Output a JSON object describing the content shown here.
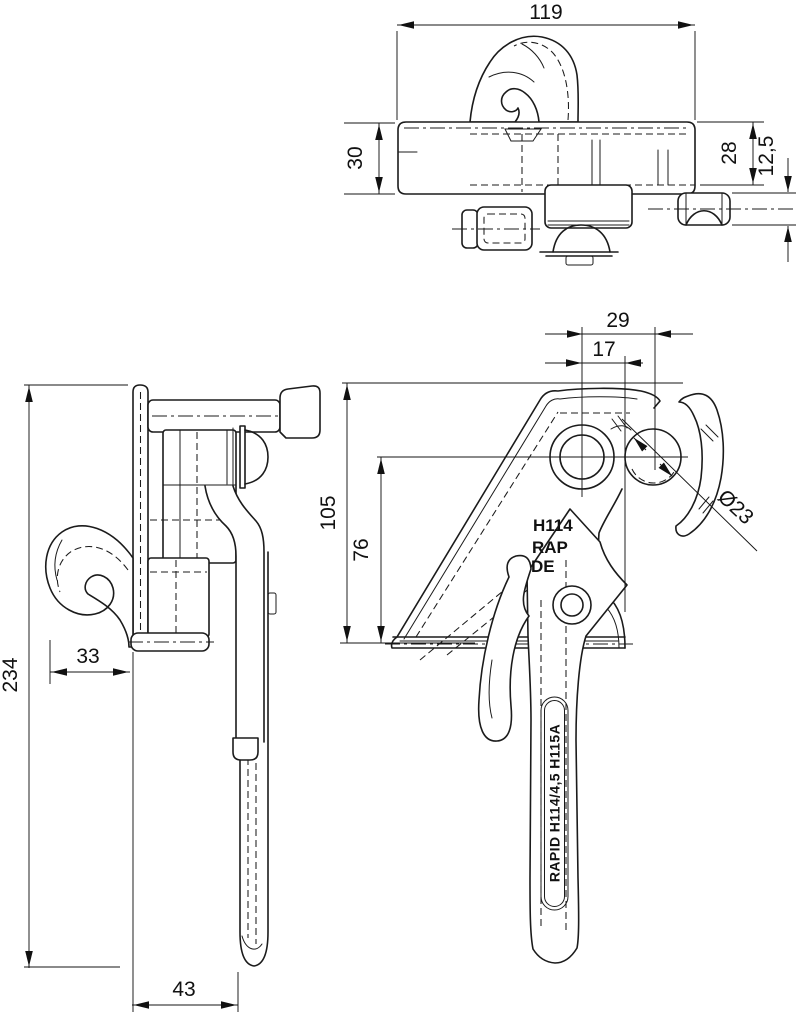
{
  "drawing": {
    "background": "#ffffff",
    "line_color": "#1b1b1b"
  },
  "views": {
    "top": {
      "dims": {
        "width": "119",
        "height_left": "30",
        "height_right": "28",
        "flange": "12,5"
      }
    },
    "side": {
      "dims": {
        "total_height": "234",
        "hook_depth": "33",
        "base_width": "43"
      }
    },
    "front": {
      "dims": {
        "pitch_outer": "29",
        "pitch_inner": "17",
        "overall_height": "105",
        "hook_center_height": "76",
        "hook_diameter": "Ø23"
      },
      "markings": {
        "body_line1": "H114",
        "body_line2": "RAP",
        "body_line3": "DE",
        "handle_label": "RAPID H114/4,5 H115A"
      }
    }
  }
}
